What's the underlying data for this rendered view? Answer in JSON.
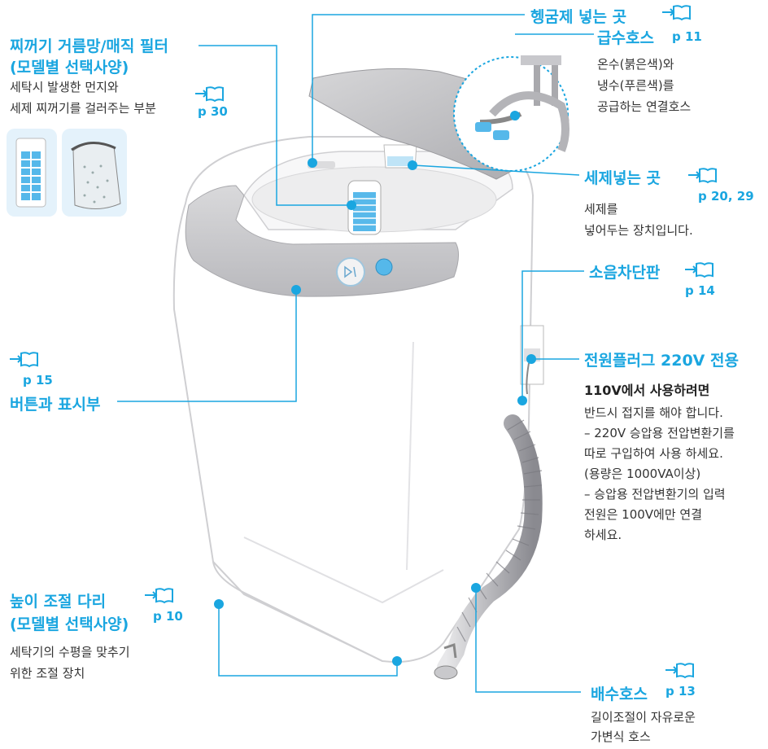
{
  "labels": {
    "rinse": {
      "title": "헹굼제 넣는 곳"
    },
    "filter": {
      "title1": "찌꺼기 거름망/매직 필터",
      "title2": "(모델별 선택사양)",
      "desc1": "세탁시 발생한 먼지와",
      "desc2": "세제 찌꺼기를 걸러주는 부분",
      "page": "p 30"
    },
    "water_hose": {
      "title": "급수호스",
      "page": "p 11",
      "desc1": "온수(붉은색)와",
      "desc2": "냉수(푸른색)를",
      "desc3": "공급하는 연결호스"
    },
    "detergent": {
      "title": "세제넣는 곳",
      "page": "p 20, 29",
      "desc1": "세제를",
      "desc2": "넣어두는 장치입니다."
    },
    "noise": {
      "title": "소음차단판",
      "page": "p 14"
    },
    "buttons": {
      "page": "p 15",
      "title": "버튼과 표시부"
    },
    "plug": {
      "title": "전원플러그 220V 전용",
      "subtitle": "110V에서 사용하려면",
      "notes": [
        "반드시 접지를 해야 합니다.",
        "– 220V 승압용 전압변환기를",
        "   따로 구입하여 사용 하세요.",
        "   (용량은 1000VA이상)",
        "– 승압용 전압변환기의 입력",
        "   전원은 100V에만 연결",
        "   하세요."
      ]
    },
    "legs": {
      "title1": "높이 조절 다리",
      "title2": "(모델별 선택사양)",
      "page": "p 10",
      "desc1": "세탁기의 수평을 맞추기",
      "desc2": "위한 조절 장치"
    },
    "drain": {
      "title": "배수호스",
      "page": "p 13",
      "desc1": "길이조절이  자유로운",
      "desc2": "가변식 호스"
    }
  },
  "colors": {
    "accent": "#1aa6e0",
    "text": "#333333",
    "outline": "#c8c8c8",
    "panel": "#d0d0d3"
  },
  "icons": [
    "book-reference-icon"
  ]
}
